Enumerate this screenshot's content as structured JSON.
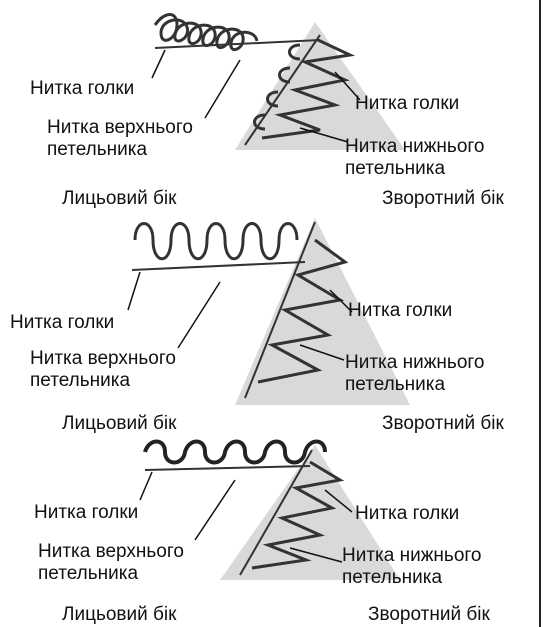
{
  "panels": [
    {
      "needle_left": "Нитка голки",
      "upper_looper": "Нитка верхнього\nпетельника",
      "needle_right": "Нитка голки",
      "lower_looper": "Нитка нижнього\nпетельника",
      "front_side": "Лицьовий бік",
      "back_side": "Зворотний бік"
    },
    {
      "needle_left": "Нитка голки",
      "upper_looper": "Нитка верхнього\nпетельника",
      "needle_right": "Нитка голки",
      "lower_looper": "Нитка нижнього\nпетельника",
      "front_side": "Лицьовий бік",
      "back_side": "Зворотний бік"
    },
    {
      "needle_left": "Нитка голки",
      "upper_looper": "Нитка верхнього\nпетельника",
      "needle_right": "Нитка голки",
      "lower_looper": "Нитка нижнього\nпетельника",
      "front_side": "Лицьовий бік",
      "back_side": "Зворотний бік"
    }
  ],
  "colors": {
    "fabric_back": "#d9d9d9",
    "thread": "#333333",
    "text": "#111111"
  }
}
